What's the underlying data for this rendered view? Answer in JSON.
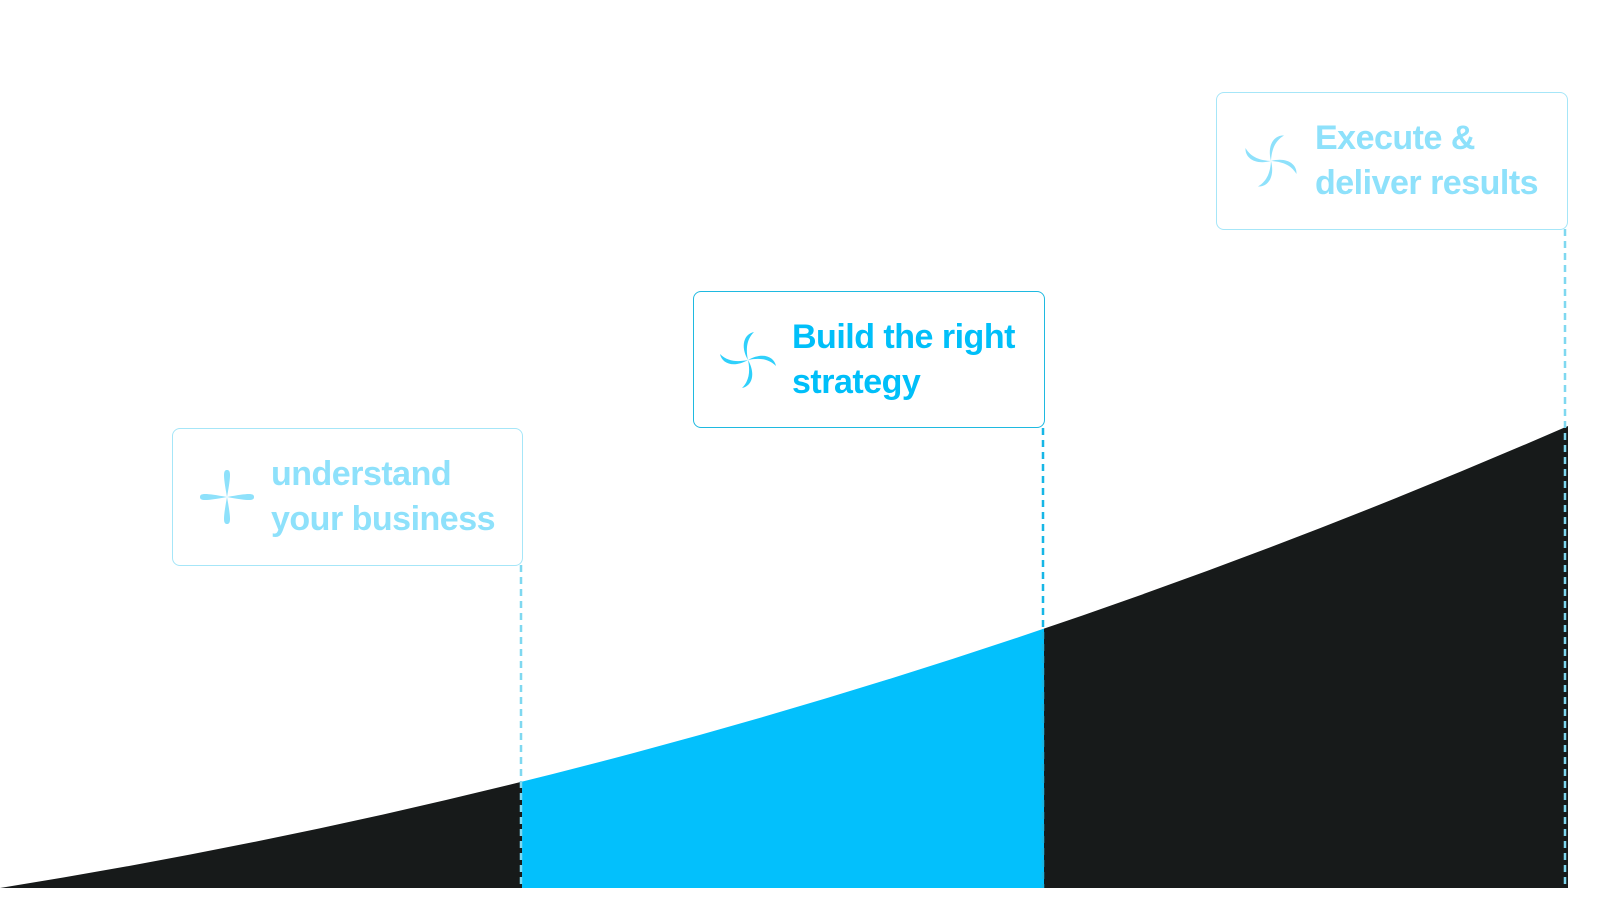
{
  "colors": {
    "dark": "#171a1a",
    "accent": "#03c0fc",
    "faint": "#8ee1fb"
  },
  "steps": [
    {
      "line1": "understand",
      "line2": "your business",
      "icon": "sparkle-icon"
    },
    {
      "line1": "Build the right",
      "line2": "strategy",
      "icon": "pinwheel-icon"
    },
    {
      "line1": "Execute &",
      "line2": "deliver results",
      "icon": "pinwheel-icon"
    }
  ]
}
